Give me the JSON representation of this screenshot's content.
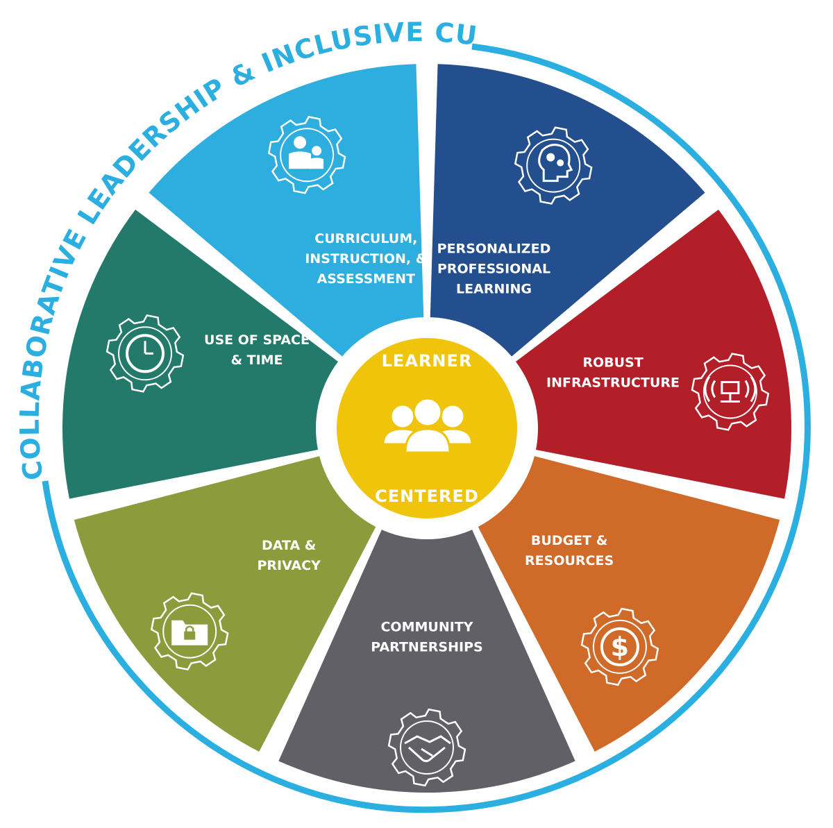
{
  "outer_ring": {
    "label": "COLLABORATIVE LEADERSHIP & INCLUSIVE CULTURE",
    "color": "#2baee0"
  },
  "center": {
    "top_label": "LEARNER",
    "bottom_label": "CENTERED",
    "icon": "group-of-learners-icon",
    "color": "#f0c40a"
  },
  "segments": [
    {
      "id": "personalized-professional-learning",
      "lines": [
        "PERSONALIZED",
        "PROFESSIONAL",
        "LEARNING"
      ],
      "color": "#244f8e",
      "icon": "head-with-gears-icon"
    },
    {
      "id": "robust-infrastructure",
      "lines": [
        "ROBUST",
        "INFRASTRUCTURE"
      ],
      "color": "#b31f28",
      "icon": "wireless-network-icon"
    },
    {
      "id": "budget-resources",
      "lines": [
        "BUDGET &",
        "RESOURCES"
      ],
      "color": "#d06a28",
      "icon": "dollar-icon"
    },
    {
      "id": "community-partnerships",
      "lines": [
        "COMMUNITY",
        "PARTNERSHIPS"
      ],
      "color": "#616066",
      "icon": "handshake-icon"
    },
    {
      "id": "data-privacy",
      "lines": [
        "DATA &",
        "PRIVACY"
      ],
      "color": "#8c9c3d",
      "icon": "locked-folder-icon"
    },
    {
      "id": "use-of-space-time",
      "lines": [
        "USE OF SPACE",
        "& TIME"
      ],
      "color": "#247a6a",
      "icon": "clock-icon"
    },
    {
      "id": "curriculum-instruction-assessment",
      "lines": [
        "CURRICULUM,",
        "INSTRUCTION, &",
        "ASSESSMENT"
      ],
      "color": "#2eaddf",
      "icon": "teacher-student-icon"
    }
  ]
}
